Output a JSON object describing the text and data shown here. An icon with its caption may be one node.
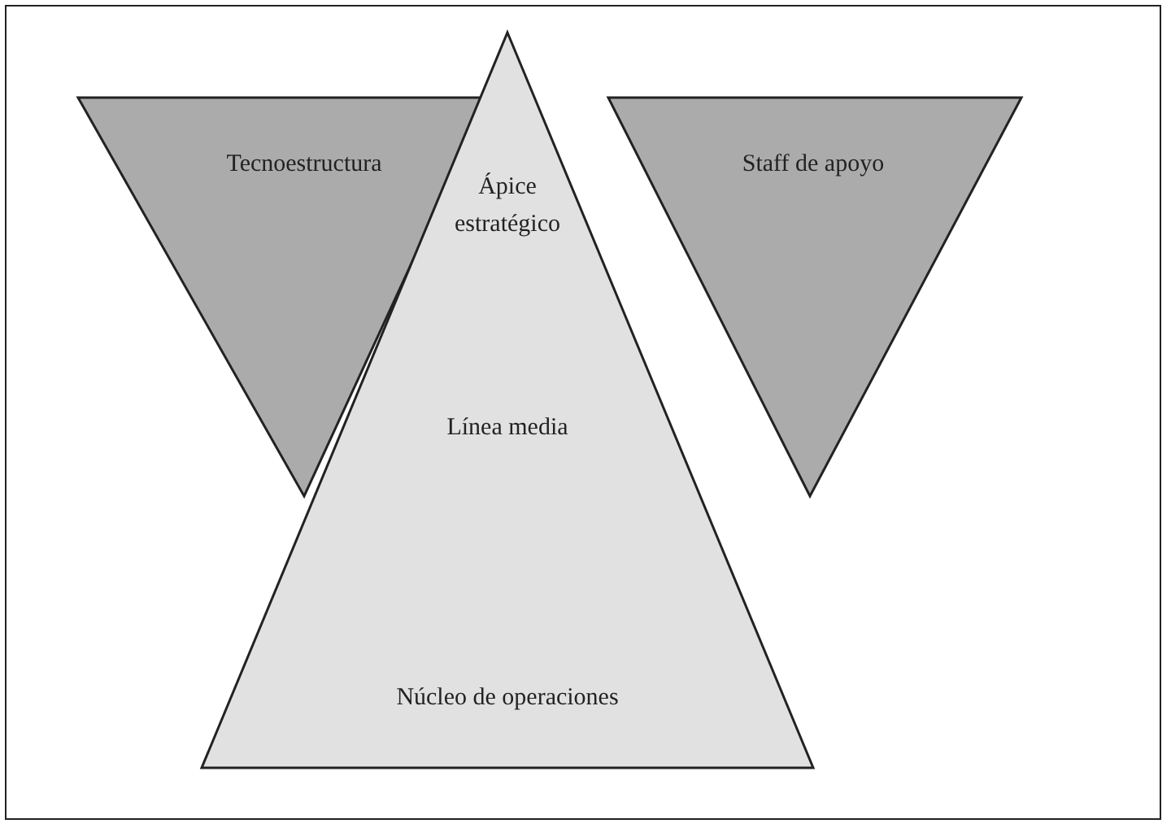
{
  "diagram": {
    "nodes": [
      {
        "text": [
          "Tecnoestructura"
        ]
      },
      {
        "text": [
          "Ápice estratégico",
          "Línea media",
          "Núcleo de operaciones"
        ]
      },
      {
        "text": [
          "Staff de apoyo"
        ]
      }
    ]
  }
}
